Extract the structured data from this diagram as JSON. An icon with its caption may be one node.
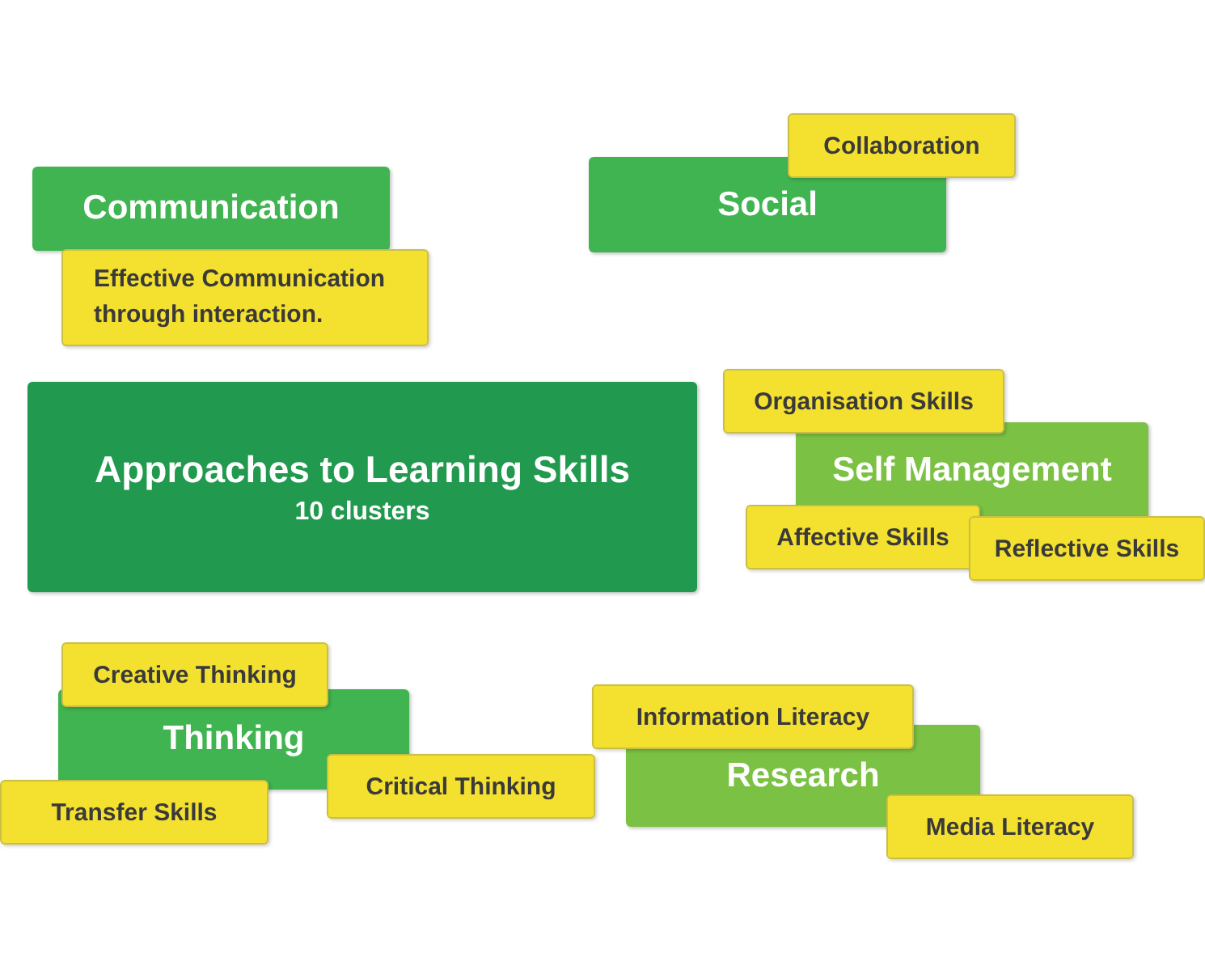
{
  "diagram": {
    "nodes": [
      {
        "text": [
          "Communication"
        ]
      },
      {
        "text": [
          "Effective Communication through interaction."
        ]
      },
      {
        "text": [
          "Social"
        ]
      },
      {
        "text": [
          "Collaboration"
        ]
      },
      {
        "text": [
          "Approaches to Learning Skills",
          "10 clusters"
        ]
      },
      {
        "text": [
          "Organisation Skills"
        ]
      },
      {
        "text": [
          "Self Management"
        ]
      },
      {
        "text": [
          "Affective Skills"
        ]
      },
      {
        "text": [
          "Reflective Skills"
        ]
      },
      {
        "text": [
          "Creative Thinking"
        ]
      },
      {
        "text": [
          "Thinking"
        ]
      },
      {
        "text": [
          "Critical Thinking"
        ]
      },
      {
        "text": [
          "Transfer Skills"
        ]
      },
      {
        "text": [
          "Information Literacy"
        ]
      },
      {
        "text": [
          "Research"
        ]
      },
      {
        "text": [
          "Media Literacy"
        ]
      }
    ]
  }
}
